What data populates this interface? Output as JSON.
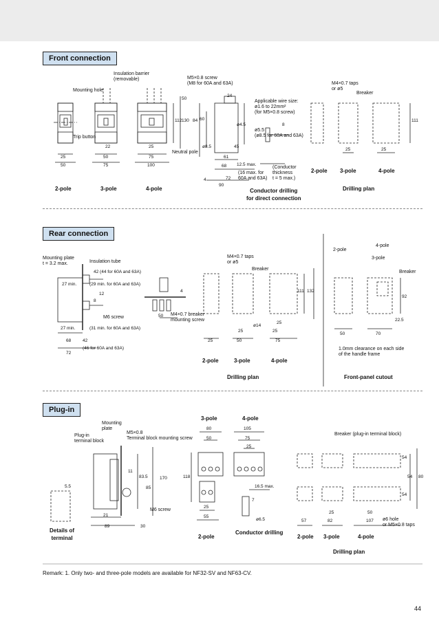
{
  "sections": {
    "front": "Front connection",
    "rear": "Rear connection",
    "plugin": "Plug-in"
  },
  "front": {
    "insulation_barrier": "Insulation barrier\n(removable)",
    "mounting_hole": "Mounting hole",
    "trip_button": "Trip button",
    "neutral_pole": "Neutral pole",
    "screw": "M5×0.8 screw\n(M8 for 60A and 63A)",
    "wire_size": "Applicable wire size:\nø1.6 to 22mm²\n(for M5×0.8 screw)",
    "hole_dia": "ø5.5\n(ø8.5 for 60A and 63A)",
    "max_note": "(16 max. for\n60A and 63A)",
    "conductor_thickness": "(Conductor\nthickness\nt = 5 max.)",
    "taps": "M4×0.7 taps\nor ø5",
    "breaker": "Breaker",
    "cap_2pole": "2-pole",
    "cap_3pole": "3-pole",
    "cap_4pole": "4-pole",
    "cap_conductor": "Conductor drilling\nfor direct connection",
    "cap_drilling": "Drilling plan",
    "dims": {
      "d25": "25",
      "d50": "50",
      "d22": "22",
      "d50b": "50",
      "d75": "75",
      "d25b": "25",
      "d75b": "75",
      "d100": "100",
      "d112": "112",
      "d130": "130",
      "d50v": "50",
      "d84": "84",
      "d60": "60",
      "d24": "24",
      "d45": "45",
      "d61": "61",
      "d68": "68",
      "d72": "72",
      "d90": "90",
      "d4": "4",
      "d125": "12.5 max.",
      "d8": "8",
      "d111": "111",
      "dd25": "25",
      "dd25b": "25",
      "p45": "ø4.5",
      "p85": "ø8.5"
    }
  },
  "rear": {
    "mounting_plate": "Mounting plate\nt = 3.2 max.",
    "insulation_tube": "Insulation tube",
    "d42": "42 (44 for 60A and 63A)",
    "d27a": "27 min.",
    "d29": "(29 min. for 60A and 63A)",
    "m6": "M6 screw",
    "d27b": "27 min.",
    "d31": "(31 min. for 60A and 63A)",
    "d68": "68",
    "d42b": "42",
    "d72": "72",
    "d46": "(46 for 60A and 63A)",
    "d12": "12",
    "d8": "8",
    "d50": "50",
    "d4": "4",
    "mounting_screw": "M4×0.7 breaker\nmounting screw",
    "taps": "M4×0.7 taps\nor ø5",
    "breaker": "Breaker",
    "d111": "111",
    "d132": "132",
    "d25a": "25",
    "d25b": "25",
    "d50b": "50",
    "d75": "75",
    "d25c": "25",
    "d25d": "25",
    "d14": "ø14",
    "cap_2pole": "2-pole",
    "cap_3pole": "3-pole",
    "cap_4pole": "4-pole",
    "cap_drilling": "Drilling plan",
    "fp_2pole": "2-pole",
    "fp_3pole": "3-pole",
    "fp_4pole": "4-pole",
    "fp_breaker": "Breaker",
    "fp_92": "92",
    "fp_22": "22.5",
    "fp_50": "50",
    "fp_70": "70",
    "fp_note": "1.0mm clearance on each side\nof the handle frame",
    "cap_cutout": "Front-panel cutout"
  },
  "plugin": {
    "mounting_plate": "Mounting\nplate",
    "terminal_block": "Plug-in\nterminal block",
    "mounting_screw": "M5×0.8\nTerminal block mounting screw",
    "d55": "5.5",
    "d11": "11",
    "d835": "83.5",
    "d85": "85",
    "d170": "170",
    "d21": "21",
    "d89": "89",
    "d30": "30",
    "m6": "M6 screw",
    "details": "Details of\nterminal",
    "cap_3pole": "3-pole",
    "cap_4pole": "4-pole",
    "d80": "80",
    "d50": "50",
    "d105": "105",
    "d75": "75",
    "d25": "25",
    "d118": "118",
    "d25b": "25",
    "d55b": "55",
    "cap_2pole": "2-pole",
    "d165": "16.5 max.",
    "d7": "7",
    "d65": "ø6.5",
    "cap_conductor": "Conductor drilling",
    "breaker": "Breaker (plug-in terminal block)",
    "d57": "57",
    "d25c": "25",
    "d82": "82",
    "d50b": "50",
    "d107": "107",
    "d54a": "54",
    "d54b": "54",
    "d54c": "54",
    "d80b": "80",
    "holes": "ø6 hole\nor M5×0.8 taps",
    "dp_2pole": "2-pole",
    "dp_3pole": "3-pole",
    "dp_4pole": "4-pole",
    "cap_drilling": "Drilling plan"
  },
  "remark": "Remark: 1. Only two- and three-pole models are available for NF32-SV and NF63-CV.",
  "page_number": "44",
  "colors": {
    "tag_bg": "#cfe0f0",
    "band": "#ececec",
    "line": "#222222"
  }
}
